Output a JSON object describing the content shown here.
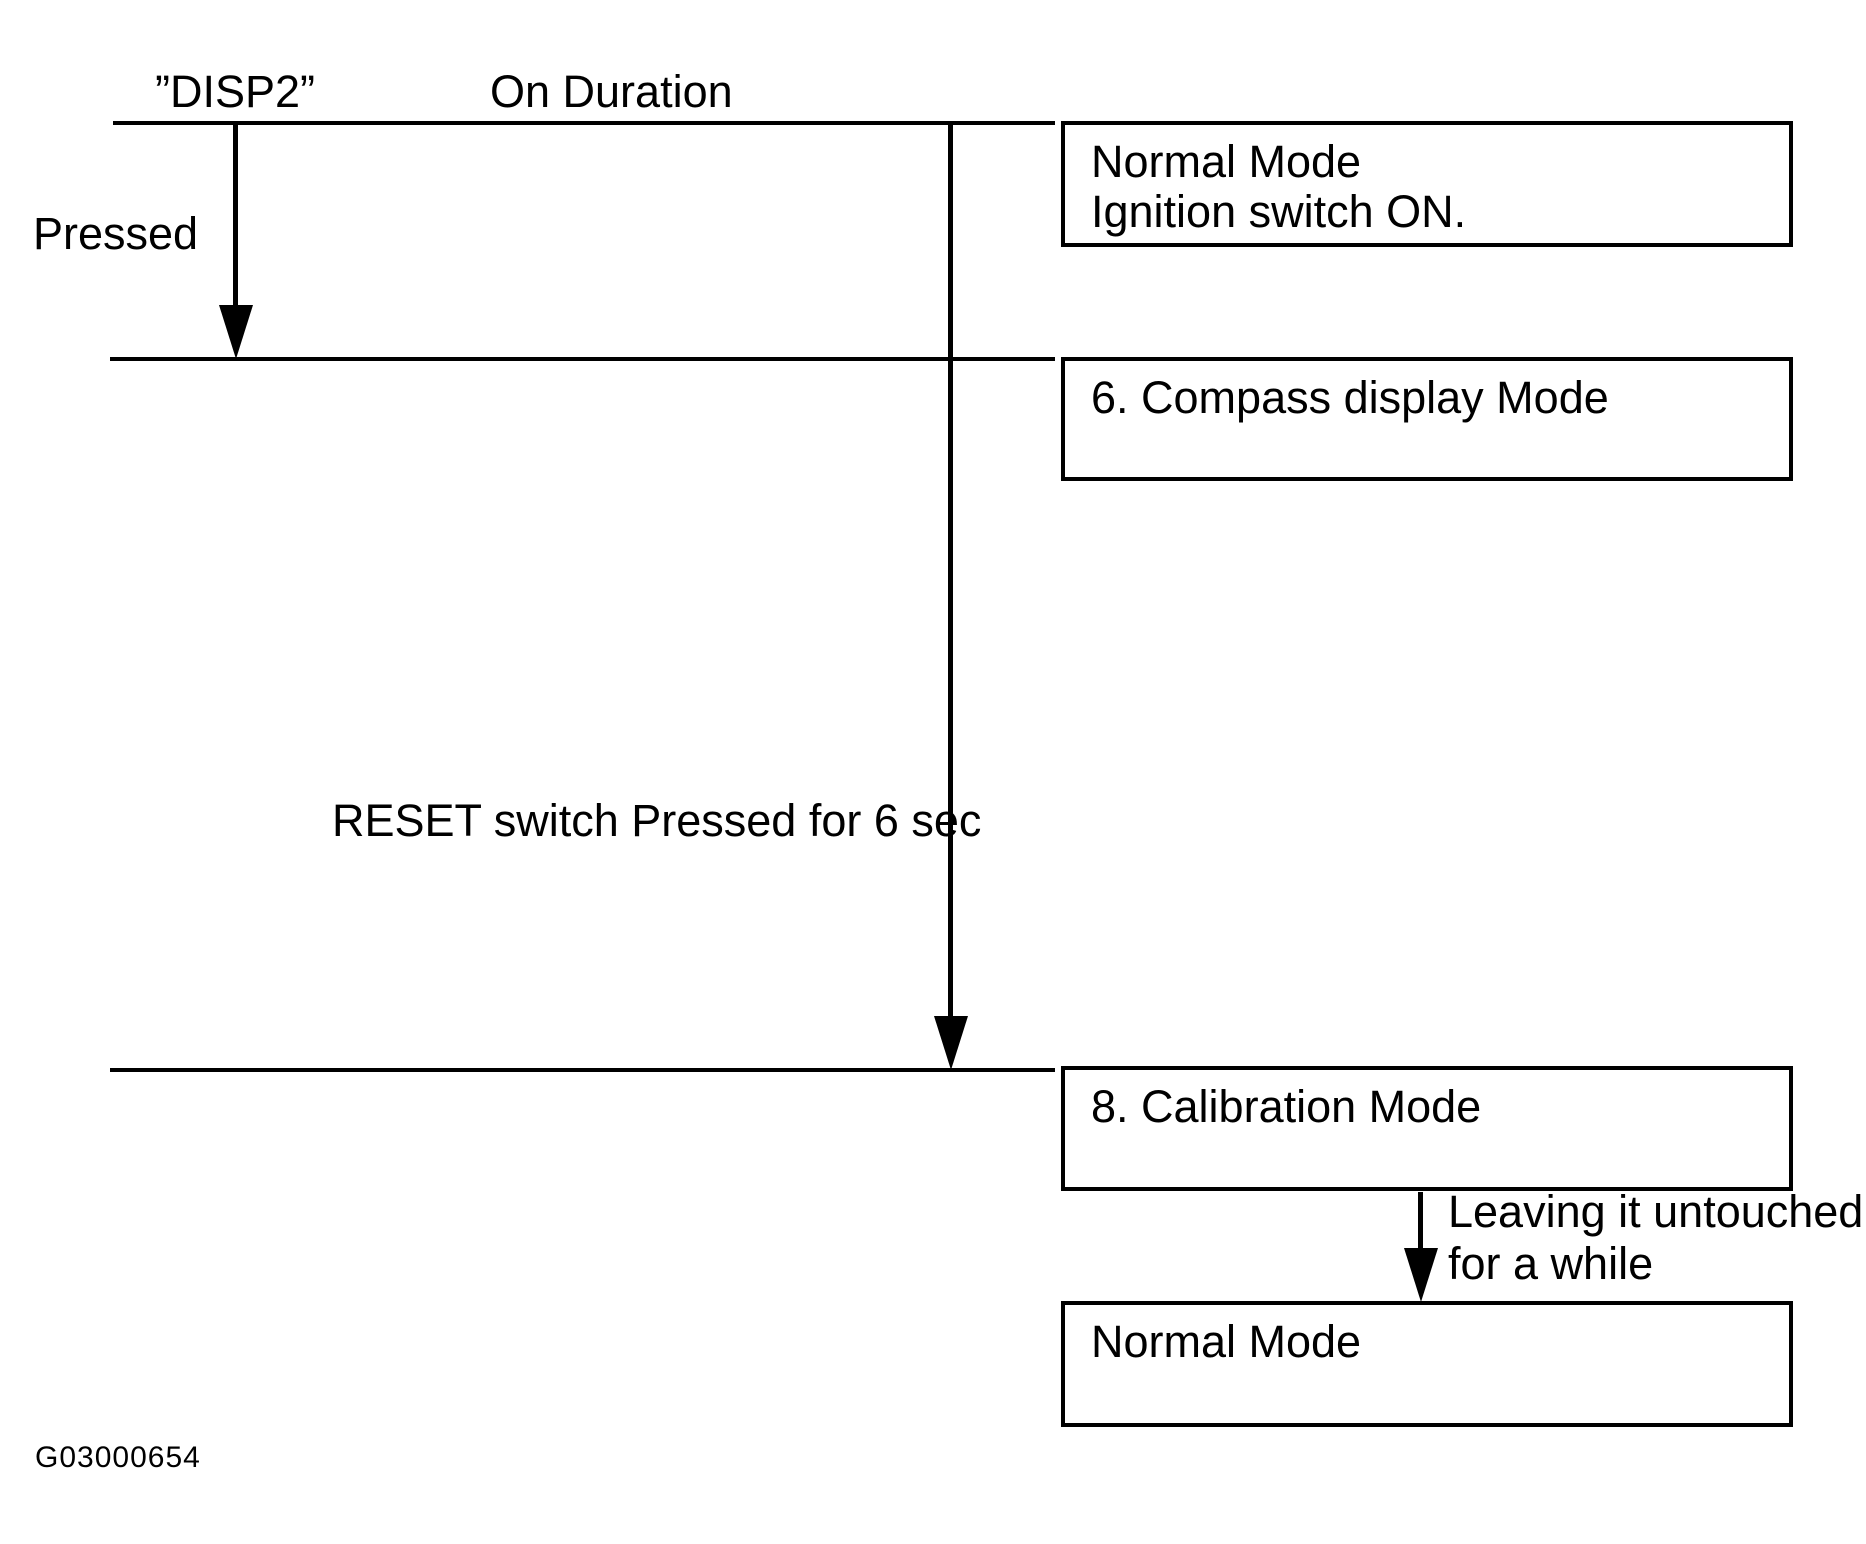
{
  "diagram": {
    "figure_id": "G03000654",
    "labels": {
      "disp2": "”DISP2”",
      "on_duration": "On Duration",
      "pressed": "Pressed",
      "reset_switch": "RESET switch Pressed for 6 sec",
      "leaving_line1": "Leaving it untouched",
      "leaving_line2": "for a while"
    },
    "boxes": {
      "normal_mode_start": {
        "line1": "Normal Mode",
        "line2": "Ignition switch ON."
      },
      "compass_display_mode": {
        "line1": "6. Compass display Mode"
      },
      "calibration_mode": {
        "line1": "8. Calibration Mode"
      },
      "normal_mode_end": {
        "line1": "Normal Mode"
      }
    },
    "colors": {
      "line": "#000000",
      "background": "#ffffff"
    }
  }
}
